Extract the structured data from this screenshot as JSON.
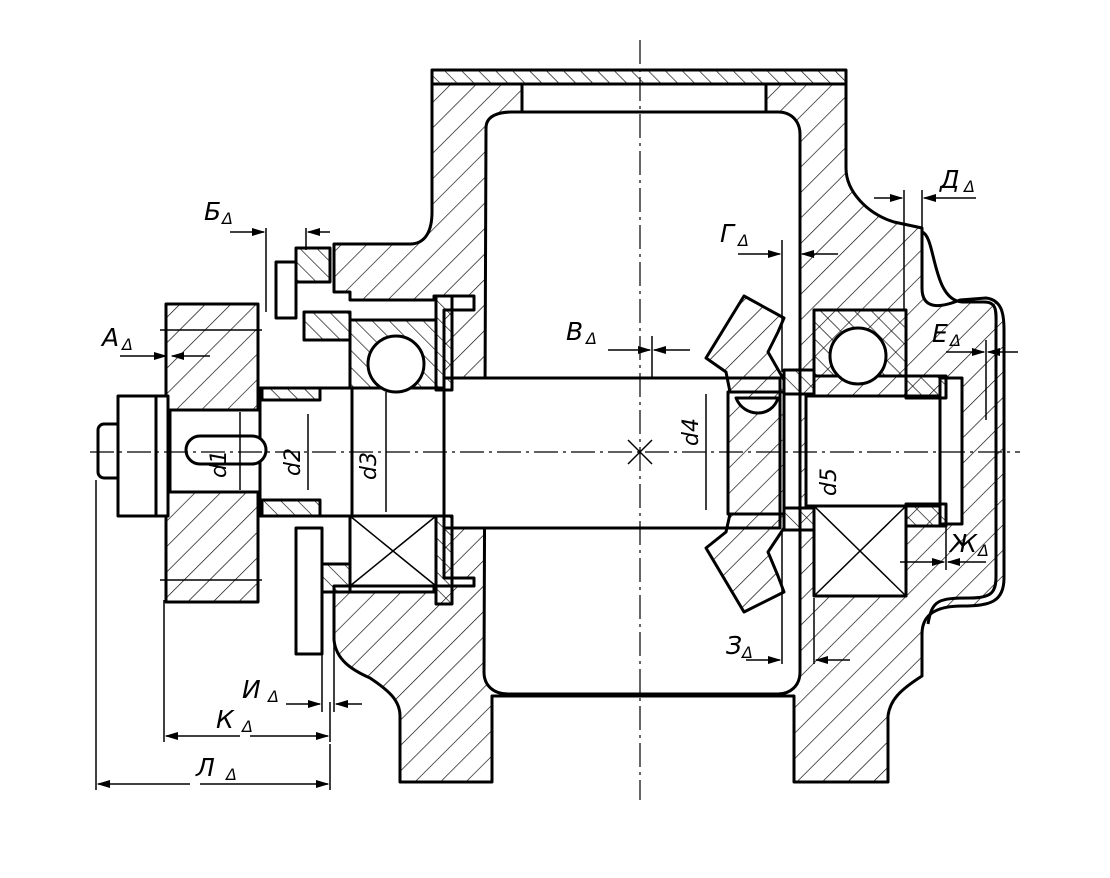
{
  "labels": {
    "A": "А",
    "B": "Б",
    "V": "В",
    "G": "Г",
    "D": "Д",
    "E": "Е",
    "Zh": "Ж",
    "Z": "З",
    "I": "И",
    "K": "К",
    "L": "Л",
    "delta": "Δ"
  },
  "diameters": {
    "d1": "d1",
    "d2": "d2",
    "d3": "d3",
    "d4": "d4",
    "d5": "d5"
  }
}
